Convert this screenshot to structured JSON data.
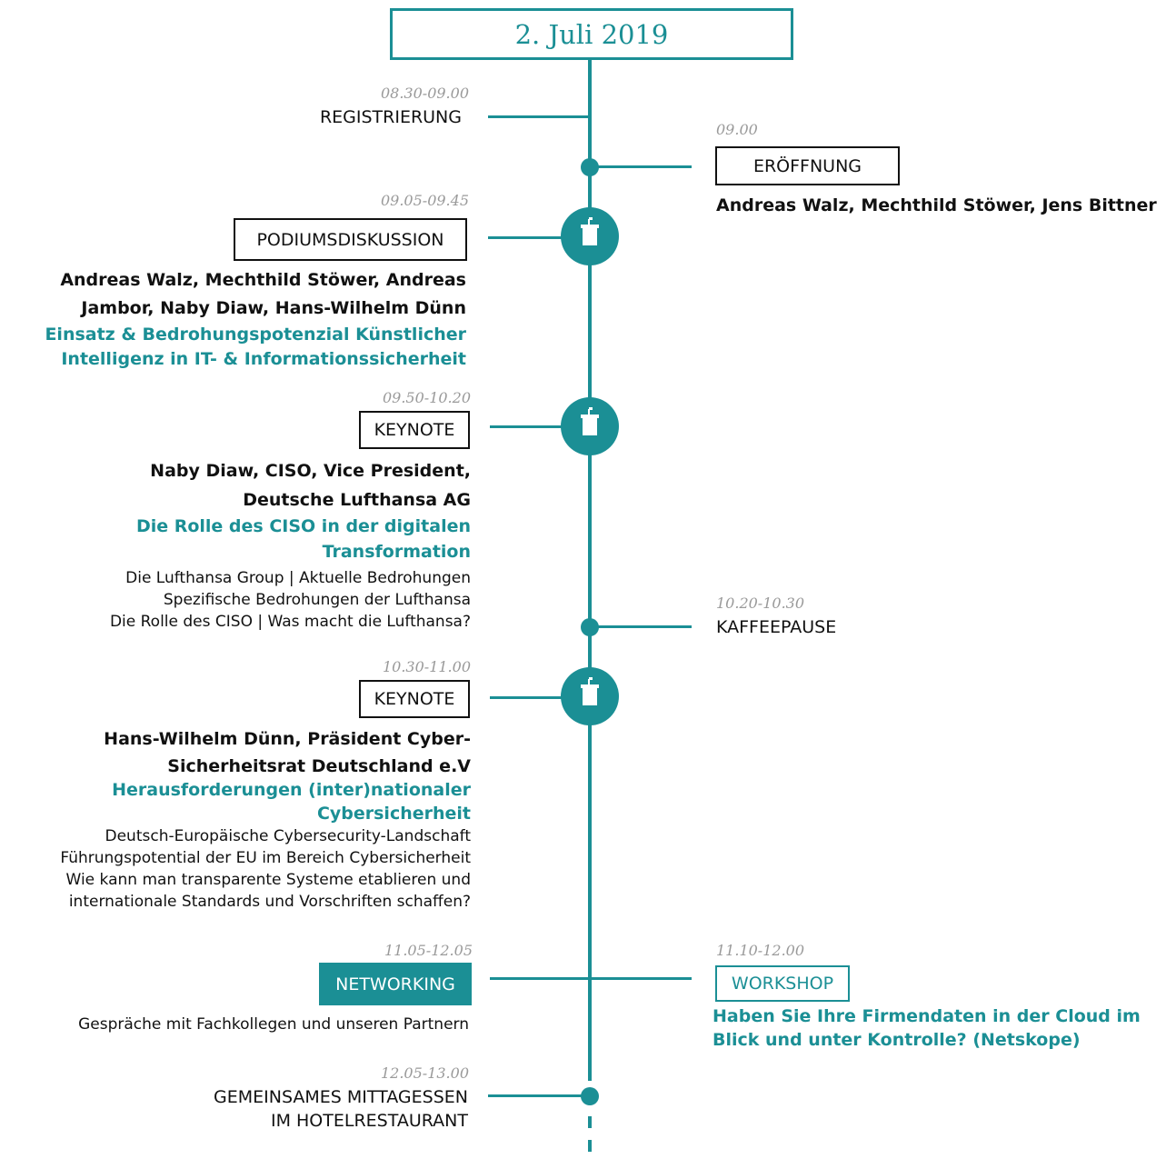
{
  "header": {
    "date": "2. Juli 2019"
  },
  "left": [
    {
      "time": "08.30-09.00",
      "label": "REGISTRIERUNG"
    },
    {
      "time": "09.05-09.45",
      "label": "PODIUMSDISKUSSION",
      "speakers": [
        "Andreas Walz, Mechthild Stöwer, Andreas",
        "Jambor, Naby Diaw, Hans-Wilhelm Dünn"
      ],
      "topic": [
        "Einsatz & Bedrohungspotenzial Künstlicher",
        "Intelligenz in IT- & Informationssicherheit"
      ]
    },
    {
      "time": "09.50-10.20",
      "label": "KEYNOTE",
      "speakers": [
        "Naby Diaw, CISO, Vice President,",
        "Deutsche Lufthansa AG"
      ],
      "topic": [
        "Die Rolle des CISO in der digitalen",
        "Transformation"
      ],
      "desc": [
        "Die Lufthansa Group | Aktuelle Bedrohungen",
        "Spezifische Bedrohungen der Lufthansa",
        "Die Rolle des CISO | Was macht die Lufthansa?"
      ]
    },
    {
      "time": "10.30-11.00",
      "label": "KEYNOTE",
      "speakers": [
        "Hans-Wilhelm Dünn, Präsident Cyber-",
        "Sicherheitsrat Deutschland e.V"
      ],
      "topic": [
        "Herausforderungen (inter)nationaler",
        "Cybersicherheit"
      ],
      "desc": [
        "Deutsch-Europäische Cybersecurity-Landschaft",
        "Führungspotential der EU im Bereich Cybersicherheit",
        "Wie kann man transparente Systeme etablieren und",
        "internationale Standards und Vorschriften schaffen?"
      ]
    },
    {
      "time": "11.05-12.05",
      "label": "NETWORKING",
      "desc": [
        "Gespräche mit Fachkollegen und unseren Partnern"
      ]
    },
    {
      "time": "12.05-13.00",
      "label": [
        "GEMEINSAMES MITTAGESSEN",
        "IM HOTELRESTAURANT"
      ]
    }
  ],
  "right": [
    {
      "time": "09.00",
      "label": "ERÖFFNUNG",
      "speakers": "Andreas Walz, Mechthild Stöwer, Jens Bittner"
    },
    {
      "time": "10.20-10.30",
      "label": "KAFFEEPAUSE"
    },
    {
      "time": "11.10-12.00",
      "label": "WORKSHOP",
      "topic": [
        "Haben Sie Ihre Firmendaten in der Cloud im",
        "Blick und unter Kontrolle? (Netskope)"
      ]
    }
  ],
  "icons": {
    "podium": "podium-icon"
  },
  "colors": {
    "accent": "#1b8f95",
    "time": "#9a9a9a"
  }
}
